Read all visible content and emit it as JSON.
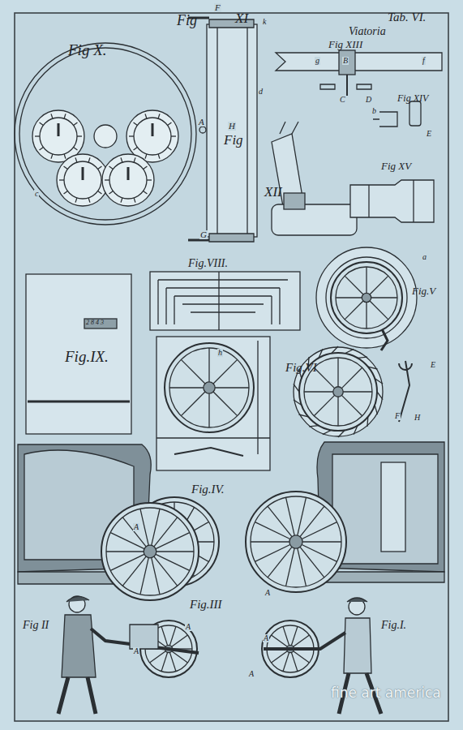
{
  "diagram": {
    "labels": [
      "Tab. VI.",
      "Viatoria",
      "Fig",
      "XI",
      "Fig X.",
      "Fig XIII",
      "Fig XIV",
      "Fig",
      "XII",
      "Fig XV",
      "Fig.VIII.",
      "Fig.V",
      "Fig.IX.",
      "Fig.VI",
      "Fig.IV.",
      "Fig.III",
      "Fig II",
      "Fig.I.",
      "2 8 4 3",
      "F",
      "k",
      "H",
      "A",
      "G",
      "B",
      "C",
      "D",
      "E",
      "a",
      "b",
      "c",
      "d",
      "f",
      "g",
      "h",
      "E",
      "H",
      "F",
      "A",
      "A",
      "A",
      "A",
      "A",
      "A",
      "fine art america"
    ]
  }
}
